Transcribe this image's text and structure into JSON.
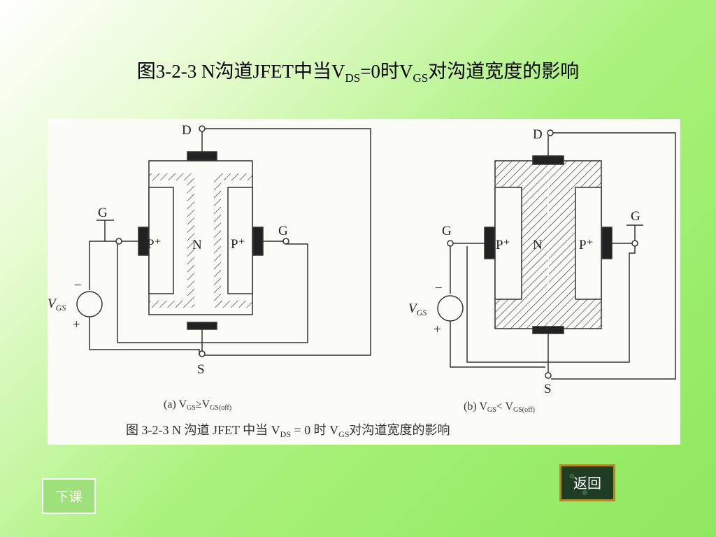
{
  "slide": {
    "title": {
      "prefix": "图3-2-3 N沟道JFET中当V",
      "sub1": "DS",
      "mid": "=0时V",
      "sub2": "GS",
      "suffix": "对沟道宽度的影响"
    }
  },
  "figure": {
    "labels": {
      "drain": "D",
      "source": "S",
      "gate": "G",
      "p_region": "P⁺",
      "n_channel": "N",
      "vgs": "V",
      "vgs_sub": "GS",
      "minus": "−",
      "plus": "+"
    },
    "captions": {
      "a_prefix": "(a) V",
      "a_sub1": "GS",
      "a_op": "≥V",
      "a_sub2": "GS(off)",
      "b_prefix": "(b) V",
      "b_sub1": "GS",
      "b_op": "< V",
      "b_sub2": "GS(off)"
    },
    "figure_caption": {
      "prefix": "图 3-2-3   N 沟道 JFET 中当 V",
      "sub1": "DS",
      "mid": " = 0 时 V",
      "sub2": "GS",
      "suffix": "对沟道宽度的影响"
    }
  },
  "buttons": {
    "return_label": "返回",
    "next_label": "下课"
  }
}
